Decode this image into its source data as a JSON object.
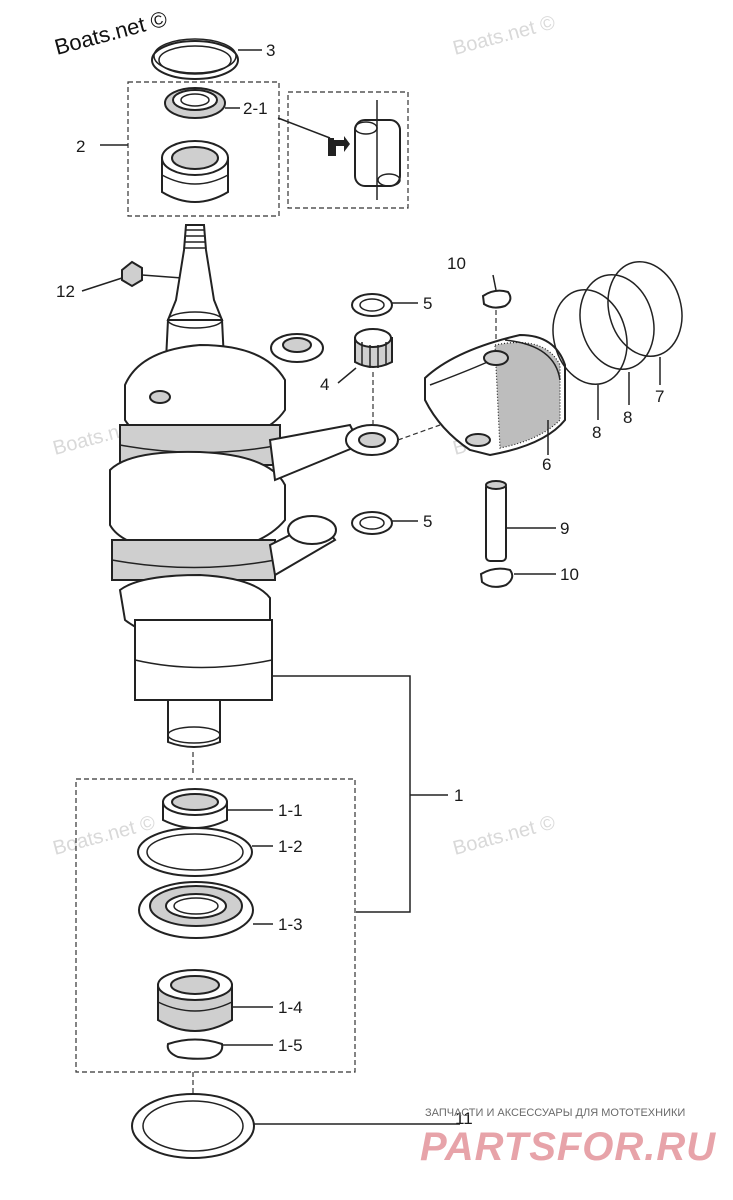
{
  "watermarks": {
    "main": "Boats.net ©",
    "repeat": "Boats.net ©"
  },
  "brand": {
    "tagline": "ЗАПЧАСТИ И АКСЕССУАРЫ ДЛЯ МОТОТЕХНИКИ",
    "name": "PARTSFOR.RU"
  },
  "callouts": {
    "c3": "3",
    "c2_1": "2-1",
    "c2": "2",
    "c12": "12",
    "c10_top": "10",
    "c5_top": "5",
    "c4": "4",
    "c7": "7",
    "c8_a": "8",
    "c8_b": "8",
    "c6": "6",
    "c5_bot": "5",
    "c9": "9",
    "c10_bot": "10",
    "c1": "1",
    "c1_1": "1-1",
    "c1_2": "1-2",
    "c1_3": "1-3",
    "c1_4": "1-4",
    "c1_5": "1-5",
    "c11": "11"
  },
  "colors": {
    "line": "#222222",
    "watermark": "#d9d9d9",
    "brand": "#e7a3a9"
  }
}
